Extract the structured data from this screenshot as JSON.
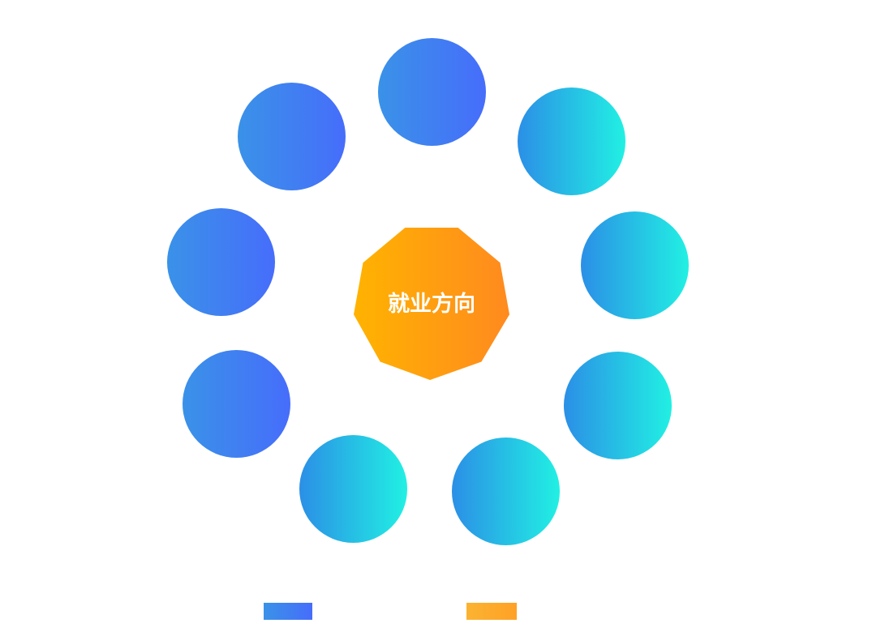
{
  "center": {
    "label": "就业方向"
  },
  "colors": {
    "blue_start": "#3a92e8",
    "blue_end": "#466dfb",
    "cyan_start": "#2b8fe6",
    "cyan_end": "#21f0e3",
    "orange_start": "#ffb300",
    "orange_end": "#ff8a1f"
  },
  "nodes": [
    {
      "color_group": "blue"
    },
    {
      "color_group": "cyan"
    },
    {
      "color_group": "cyan"
    },
    {
      "color_group": "cyan"
    },
    {
      "color_group": "cyan"
    },
    {
      "color_group": "cyan"
    },
    {
      "color_group": "blue"
    },
    {
      "color_group": "blue"
    },
    {
      "color_group": "blue"
    }
  ],
  "legend": [
    {
      "color_group": "blue"
    },
    {
      "color_group": "orange"
    }
  ]
}
